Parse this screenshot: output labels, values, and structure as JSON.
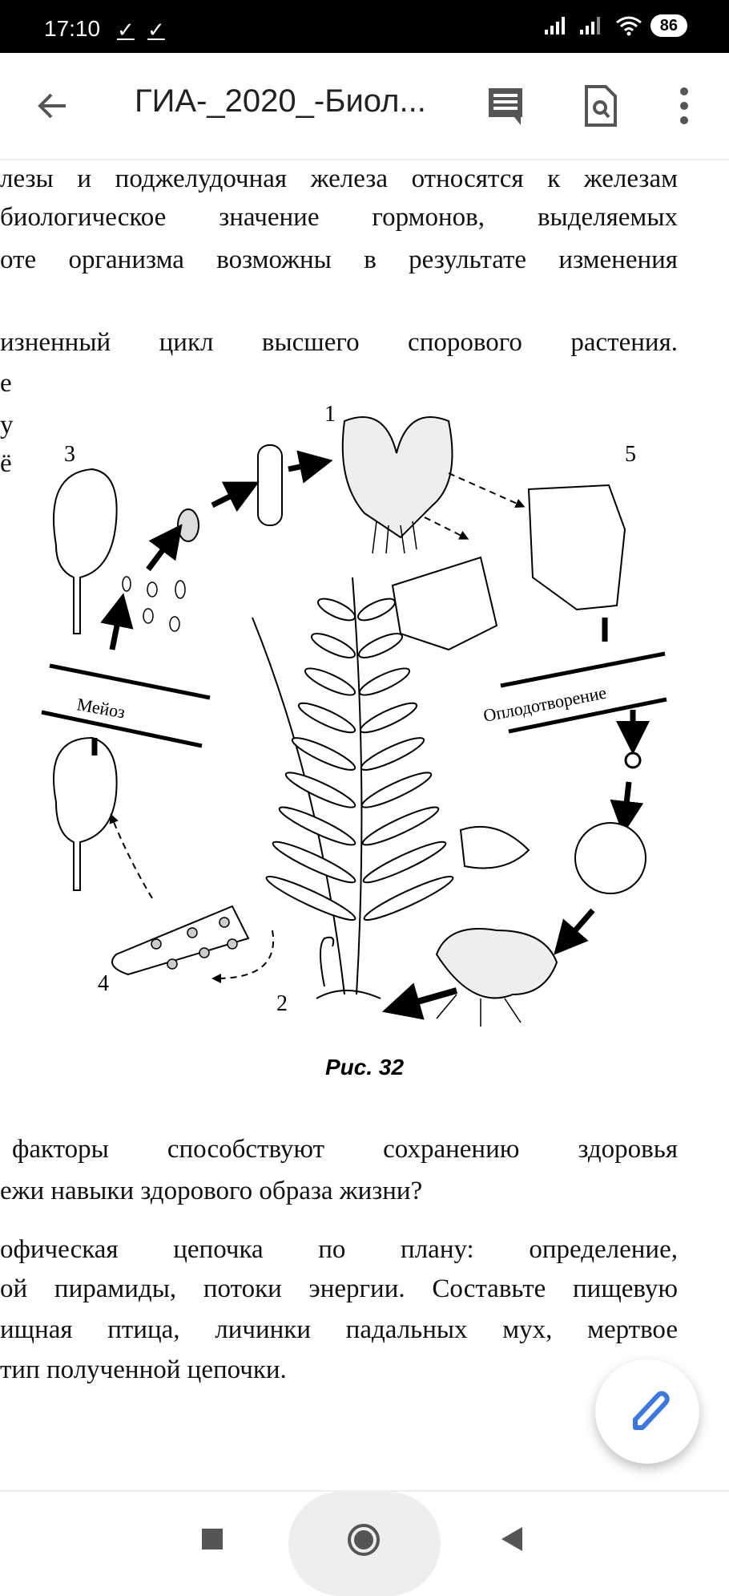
{
  "status_bar": {
    "time": "17:10",
    "download_icons": [
      "✓",
      "✓"
    ],
    "battery": "86"
  },
  "toolbar": {
    "title": "ГИА-_2020_-Биол...",
    "icons": [
      "back-arrow-icon",
      "comment-icon",
      "find-in-document-icon",
      "more-vert-icon"
    ]
  },
  "document": {
    "lines_top": [
      "лезы и поджелудочная железа относятся к железам",
      "биологическое значение гормонов, выделяемых",
      "оте организма возможны в результате изменения"
    ],
    "line_cycle": "изненный цикл высшего спорового растения.",
    "fragments": [
      "е",
      "у",
      "ё"
    ],
    "figure": {
      "labels": [
        "1",
        "2",
        "3",
        "4",
        "5"
      ],
      "meiosis_label": "Мейоз",
      "fertilization_label": "Оплодотворение",
      "caption": "Рис. 32"
    },
    "lines_health": [
      "факторы способствуют сохранению здоровья",
      "ежи навыки здорового образа жизни?"
    ],
    "lines_trophic": [
      "офическая цепочка по плану: определение,",
      "ой пирамиды, потоки энергии. Составьте пищевую",
      "ищная птица, личинки падальных мух, мертвое",
      "тип полученной цепочки."
    ]
  },
  "fab": {
    "icon": "edit-pencil-icon",
    "color": "#3b78e7"
  },
  "nav_bar": {
    "icons": [
      "recents-square-icon",
      "home-circle-icon",
      "back-triangle-icon"
    ]
  }
}
